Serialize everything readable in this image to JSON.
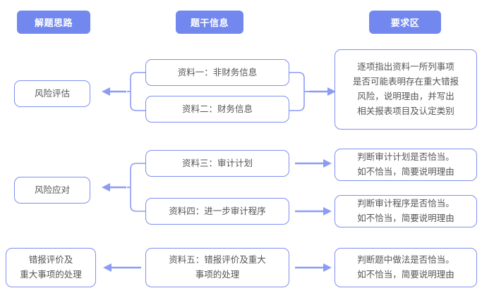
{
  "headers": [
    {
      "label": "解题思路",
      "name": "header-badge-approach"
    },
    {
      "label": "题干信息",
      "name": "header-badge-stem-info"
    },
    {
      "label": "要求区",
      "name": "header-badge-requirements"
    }
  ],
  "left_column": [
    {
      "lines": [
        "风险评估"
      ]
    },
    {
      "lines": [
        "风险应对"
      ]
    },
    {
      "lines": [
        "错报评价及",
        "重大事项的处理"
      ]
    }
  ],
  "middle_column": [
    {
      "lines": [
        "资料一：非财务信息"
      ]
    },
    {
      "lines": [
        "资料二：财务信息"
      ]
    },
    {
      "lines": [
        "资料三：审计计划"
      ]
    },
    {
      "lines": [
        "资料四：进一步审计程序"
      ]
    },
    {
      "lines": [
        "资料五：错报评价及重大",
        "事项的处理"
      ]
    }
  ],
  "right_column": [
    {
      "lines": [
        "逐项指出资料一所列事项",
        "是否可能表明存在重大错报",
        "风险，说明理由，并写出",
        "相关报表项目及认定类别"
      ]
    },
    {
      "lines": [
        "判断审计计划是否恰当。",
        "如不恰当，简要说明理由"
      ]
    },
    {
      "lines": [
        "判断审计程序是否恰当。",
        "如不恰当，简要说明理由"
      ]
    },
    {
      "lines": [
        "判断题中做法是否恰当。",
        "如不恰当，简要说明理由"
      ]
    }
  ],
  "colors": {
    "badge_fill": "#7288ef",
    "badge_text": "#ffffff",
    "box_border": "#7f8ff0",
    "box_text": "#555555",
    "connector": "#8c9cf5",
    "background": "#ffffff"
  },
  "connectors": {
    "row1_left_bracket": "bracket-left-merge-arrow",
    "row1_right_bracket": "bracket-right-merge-arrow",
    "row2_left_bracket": "bracket-left-merge-arrow",
    "row2_right_arrows": "two-separate-right-arrows",
    "row3_left_arrow": "single-left-arrow",
    "row3_right_arrow": "single-right-arrow"
  }
}
